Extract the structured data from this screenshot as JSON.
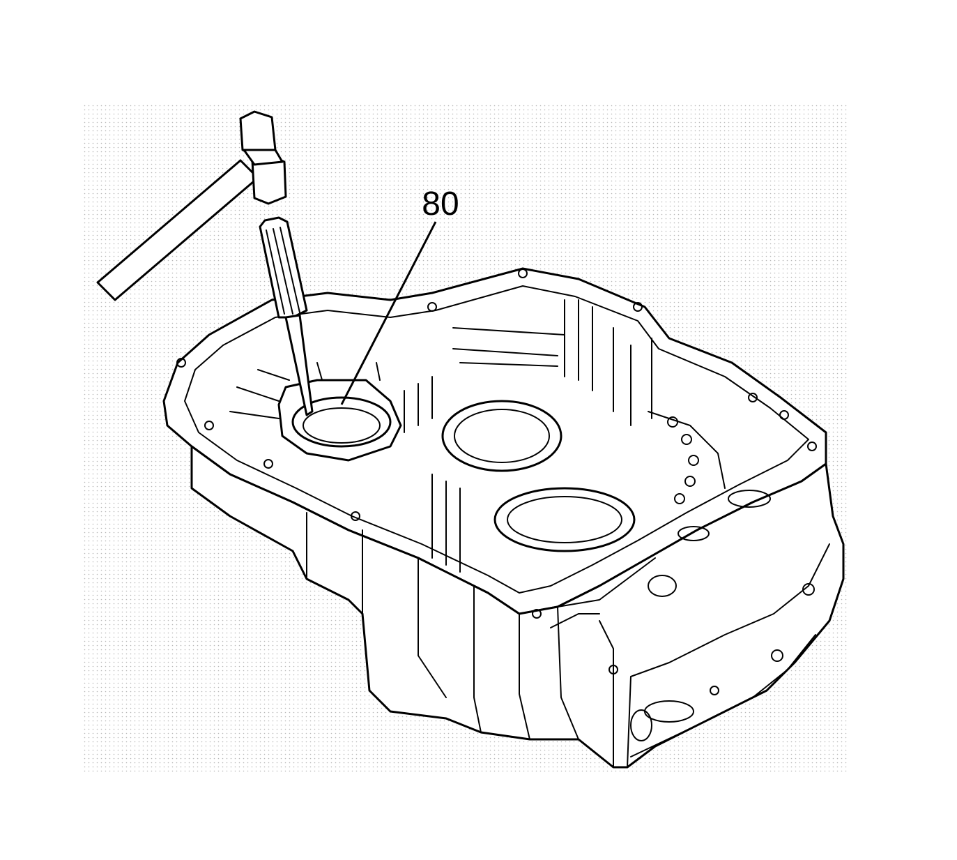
{
  "diagram": {
    "callouts": [
      {
        "id": "80",
        "label": "80"
      }
    ],
    "colors": {
      "line": "#000000",
      "background": "#ffffff",
      "stipple": "#b8b8b8"
    },
    "elements": [
      "hammer",
      "screwdriver",
      "transaxle-case",
      "bearing-bore",
      "leader-line"
    ]
  }
}
